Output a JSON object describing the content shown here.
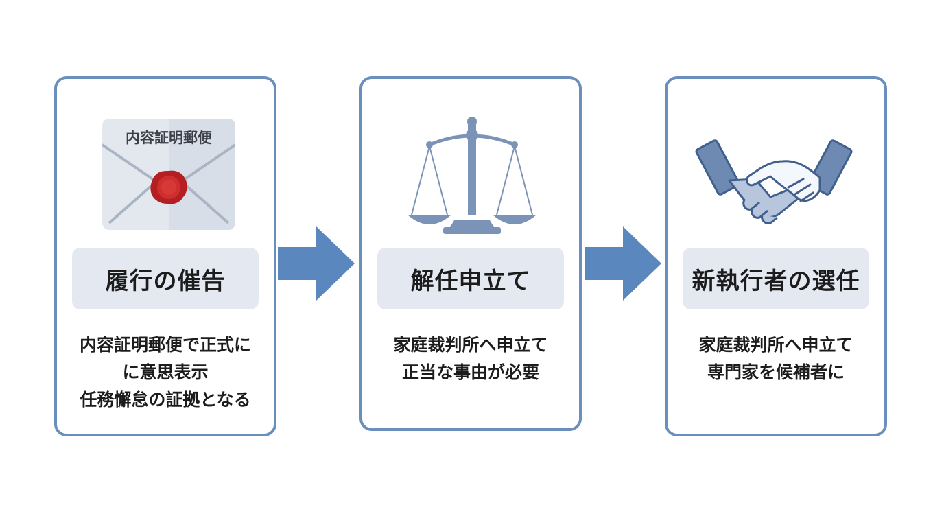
{
  "steps": [
    {
      "title": "履行の催告",
      "illustration_icon": "envelope-with-wax-seal-icon",
      "envelope_label": "内容証明郵便",
      "desc_lines": [
        "内容証明郵便で正式に",
        "に意思表示",
        "任務懈怠の証拠となる"
      ]
    },
    {
      "title": "解任申立て",
      "illustration_icon": "scales-of-justice-icon",
      "desc_lines": [
        "家庭裁判所へ申立て",
        "正当な事由が必要"
      ]
    },
    {
      "title": "新執行者の選任",
      "illustration_icon": "handshake-icon",
      "desc_lines": [
        "家庭裁判所へ申立て",
        "専門家を候補者に"
      ]
    }
  ],
  "arrows": [
    "arrow-right-icon",
    "arrow-right-icon"
  ],
  "colors": {
    "card_border": "#6a8fbd",
    "arrow": "#5a87bd",
    "title_bg": "#e4e9f1",
    "icon": "#7b93b6",
    "seal": "#c8282a"
  }
}
